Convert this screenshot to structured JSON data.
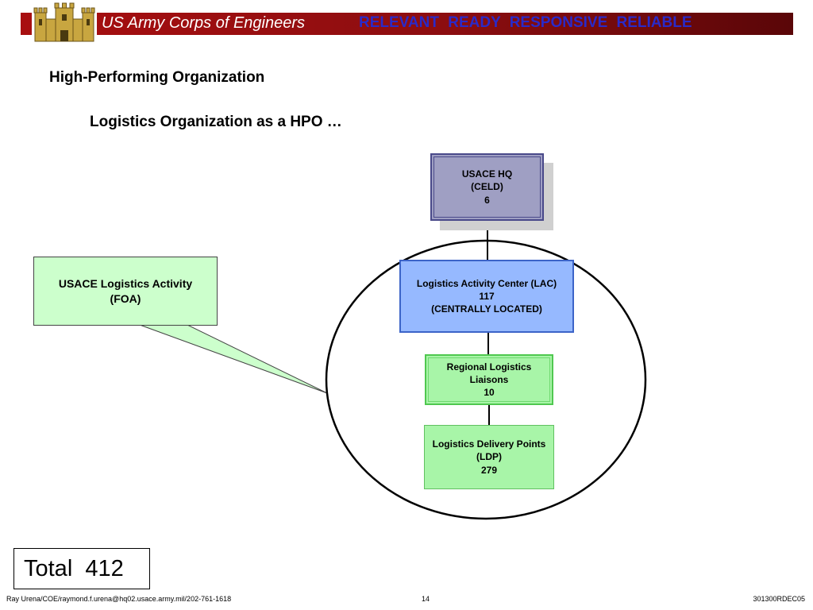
{
  "header": {
    "title": "US Army Corps of Engineers",
    "motto": "RELEVANT   READY   RESPONSIVE  RELIABLE",
    "logo_icon": "castle-logo-icon",
    "colors": {
      "banner": "#8c0d10",
      "motto": "#2a2ac8",
      "logo": "#c8a640"
    }
  },
  "slide": {
    "heading": "High-Performing Organization",
    "subheading": "Logistics Organization as a HPO …"
  },
  "diagram": {
    "hq": {
      "line1": "USACE HQ",
      "line2": "(CELD)",
      "count": "6"
    },
    "lac": {
      "line1": "Logistics Activity Center (LAC)",
      "count": "117",
      "line3": "(CENTRALLY LOCATED)"
    },
    "rll": {
      "line1": "Regional Logistics",
      "line2": "Liaisons",
      "count": "10"
    },
    "ldp": {
      "line1": "Logistics Delivery Points",
      "line2": "(LDP)",
      "count": "279"
    },
    "callout": {
      "line1": "USACE Logistics Activity",
      "line2": "(FOA)"
    },
    "colors": {
      "hq": "#9f9fc3",
      "lac": "#96b9ff",
      "field": "#a8f5a8",
      "callout": "#ccffcc"
    }
  },
  "total": {
    "label": "Total",
    "value": "412"
  },
  "footer": {
    "contact": "Ray Urena/COE/raymond.f.urena@hq02.usace.army.mil/202-761-1618",
    "page": "14",
    "code": "301300RDEC05"
  }
}
